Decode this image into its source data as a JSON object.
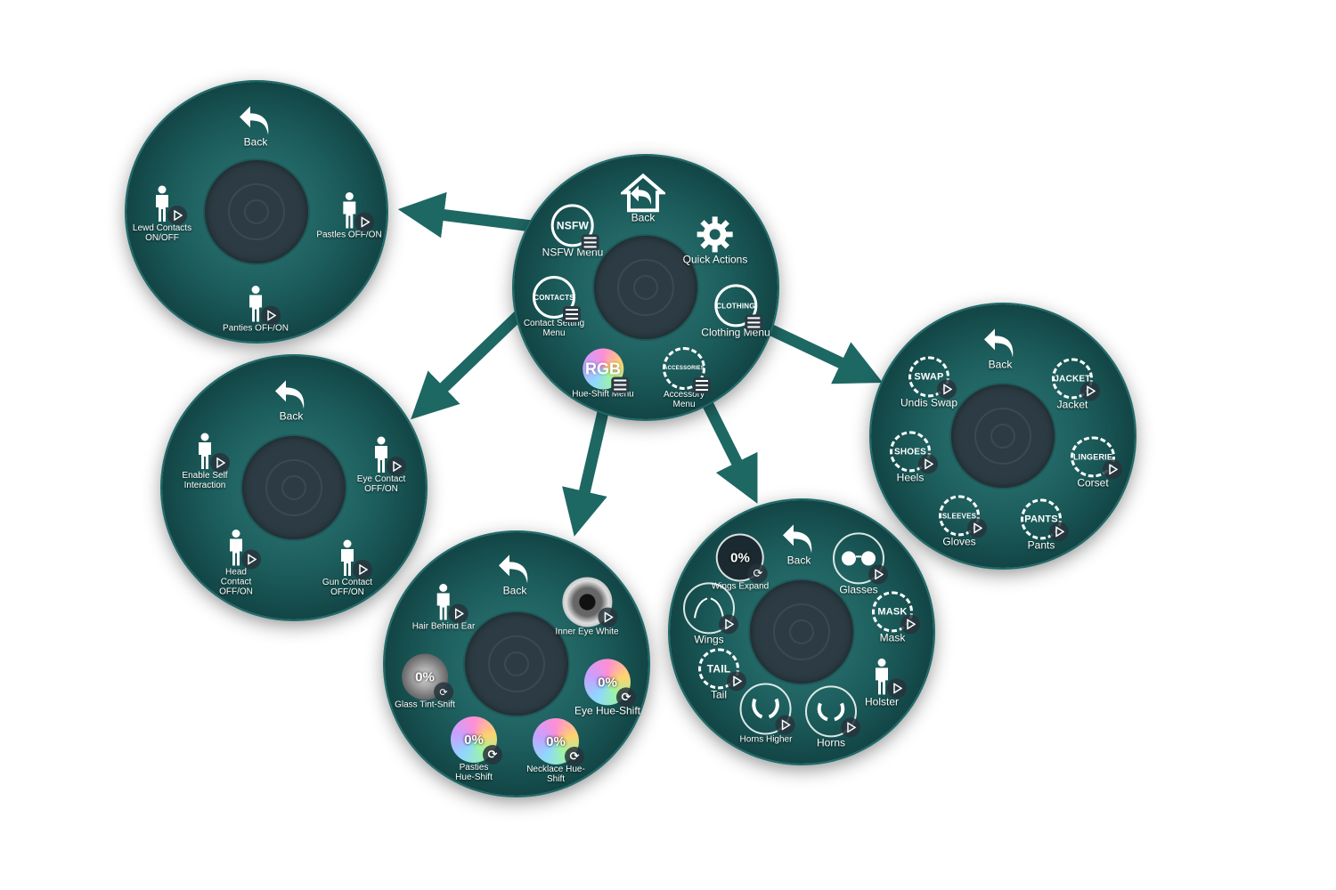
{
  "colors": {
    "wheel": "#1c5d5c",
    "arrow": "#1e6864",
    "hub": "#2d3c44",
    "text": "#ffffff"
  },
  "center": {
    "items": [
      {
        "label": "Back",
        "icon": "home-back-icon"
      },
      {
        "label": "Quick Actions",
        "icon": "gear-icon"
      },
      {
        "label": "NSFW Menu",
        "badge": "NSFW",
        "icon": "submenu-icon"
      },
      {
        "label": "Contact Setting Menu",
        "badge": "CONTACTS",
        "icon": "submenu-icon"
      },
      {
        "label": "Clothing Menu",
        "badge": "CLOTHING",
        "icon": "submenu-icon"
      },
      {
        "label": "Hue-Shift Menu",
        "badge": "RGB",
        "icon": "submenu-icon"
      },
      {
        "label": "Accessory Menu",
        "badge": "ACCESSORIES",
        "icon": "submenu-icon"
      }
    ]
  },
  "nsfw": {
    "items": [
      {
        "label": "Back"
      },
      {
        "label": "Lewd Contacts ON/OFF"
      },
      {
        "label": "Pastles OFF/ON"
      },
      {
        "label": "Panties OFF/ON"
      }
    ]
  },
  "contacts": {
    "items": [
      {
        "label": "Back"
      },
      {
        "label": "Enable Self Interaction"
      },
      {
        "label": "Eye Contact OFF/ON"
      },
      {
        "label": "Head Contact OFF/ON"
      },
      {
        "label": "Gun Contact OFF/ON"
      }
    ]
  },
  "hueshift": {
    "items": [
      {
        "label": "Back"
      },
      {
        "label": "Hair Behind Ear"
      },
      {
        "label": "Inner Eye White"
      },
      {
        "label": "Glass Tint-Shift",
        "value": "0%"
      },
      {
        "label": "Eye Hue-Shift",
        "value": "0%"
      },
      {
        "label": "Pasties Hue-Shift",
        "value": "0%"
      },
      {
        "label": "Necklace Hue-Shift",
        "value": "0%"
      }
    ]
  },
  "accessory": {
    "items": [
      {
        "label": "Back"
      },
      {
        "label": "Wings Expand",
        "value": "0%"
      },
      {
        "label": "Glasses"
      },
      {
        "label": "Wings"
      },
      {
        "label": "Mask",
        "badge": "MASK"
      },
      {
        "label": "Tail",
        "badge": "TAIL"
      },
      {
        "label": "Holster"
      },
      {
        "label": "Horns Higher"
      },
      {
        "label": "Horns"
      }
    ]
  },
  "clothing": {
    "items": [
      {
        "label": "Back"
      },
      {
        "label": "Undis Swap",
        "badge": "SWAP"
      },
      {
        "label": "Jacket",
        "badge": "JACKET"
      },
      {
        "label": "Heels",
        "badge": "SHOES"
      },
      {
        "label": "Corset",
        "badge": "LINGERIE"
      },
      {
        "label": "Gloves",
        "badge": "SLEEVES"
      },
      {
        "label": "Pants",
        "badge": "PANTS"
      }
    ]
  }
}
